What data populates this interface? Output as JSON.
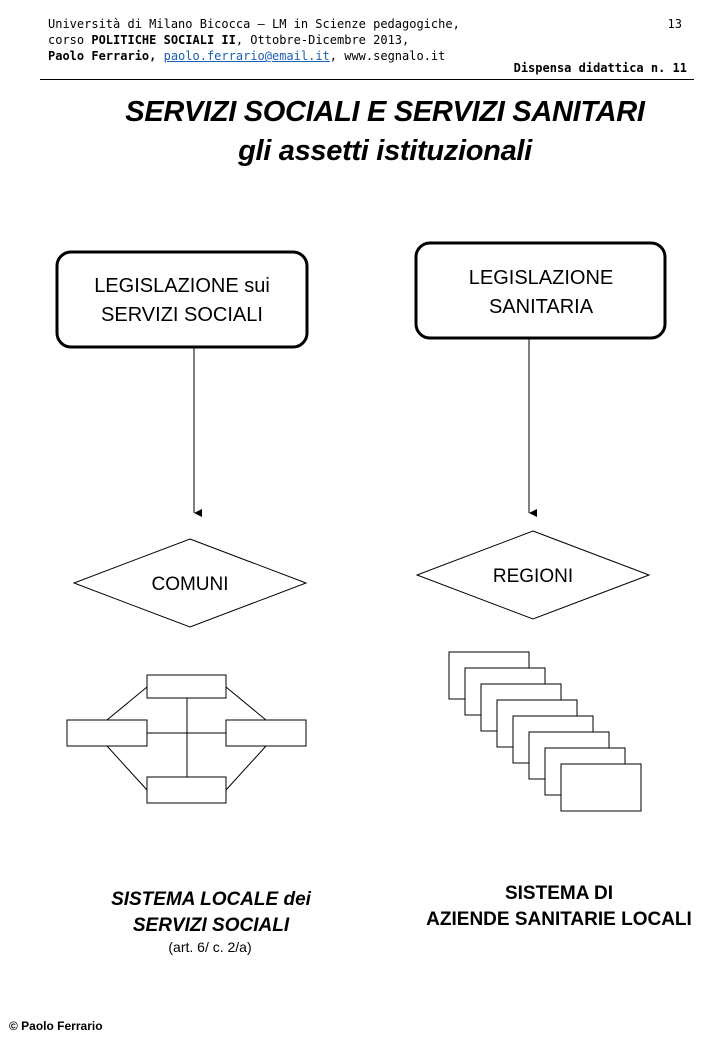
{
  "header": {
    "line1": "Università di Milano Bicocca – LM in Scienze pedagogiche,",
    "line2_pre": "corso ",
    "line2_bold": "POLITICHE SOCIALI II",
    "line2_post": ", Ottobre-Dicembre 2013,",
    "line3_name": "Paolo Ferrario,",
    "line3_email": "paolo.ferrario@email.it",
    "line3_sep": ", ",
    "line3_site": "www.segnalo.it",
    "page_number": "13",
    "dispensa": "Dispensa didattica n. 11"
  },
  "title": {
    "line1": "SERVIZI SOCIALI E SERVIZI SANITARI",
    "line2": "gli assetti istituzionali"
  },
  "diagram": {
    "left_box": [
      "LEGISLAZIONE sui",
      "SERVIZI SOCIALI"
    ],
    "right_box": [
      "LEGISLAZIONE",
      "SANITARIA"
    ],
    "left_diamond": "COMUNI",
    "right_diamond": "REGIONI"
  },
  "captions": {
    "left_line1": "SISTEMA LOCALE dei",
    "left_line2": "SERVIZI SOCIALI",
    "left_note": "(art. 6/ c. 2/a)",
    "right_line1": "SISTEMA DI",
    "right_line2": "AZIENDE SANITARIE LOCALI"
  },
  "footer": "© Paolo Ferrario"
}
